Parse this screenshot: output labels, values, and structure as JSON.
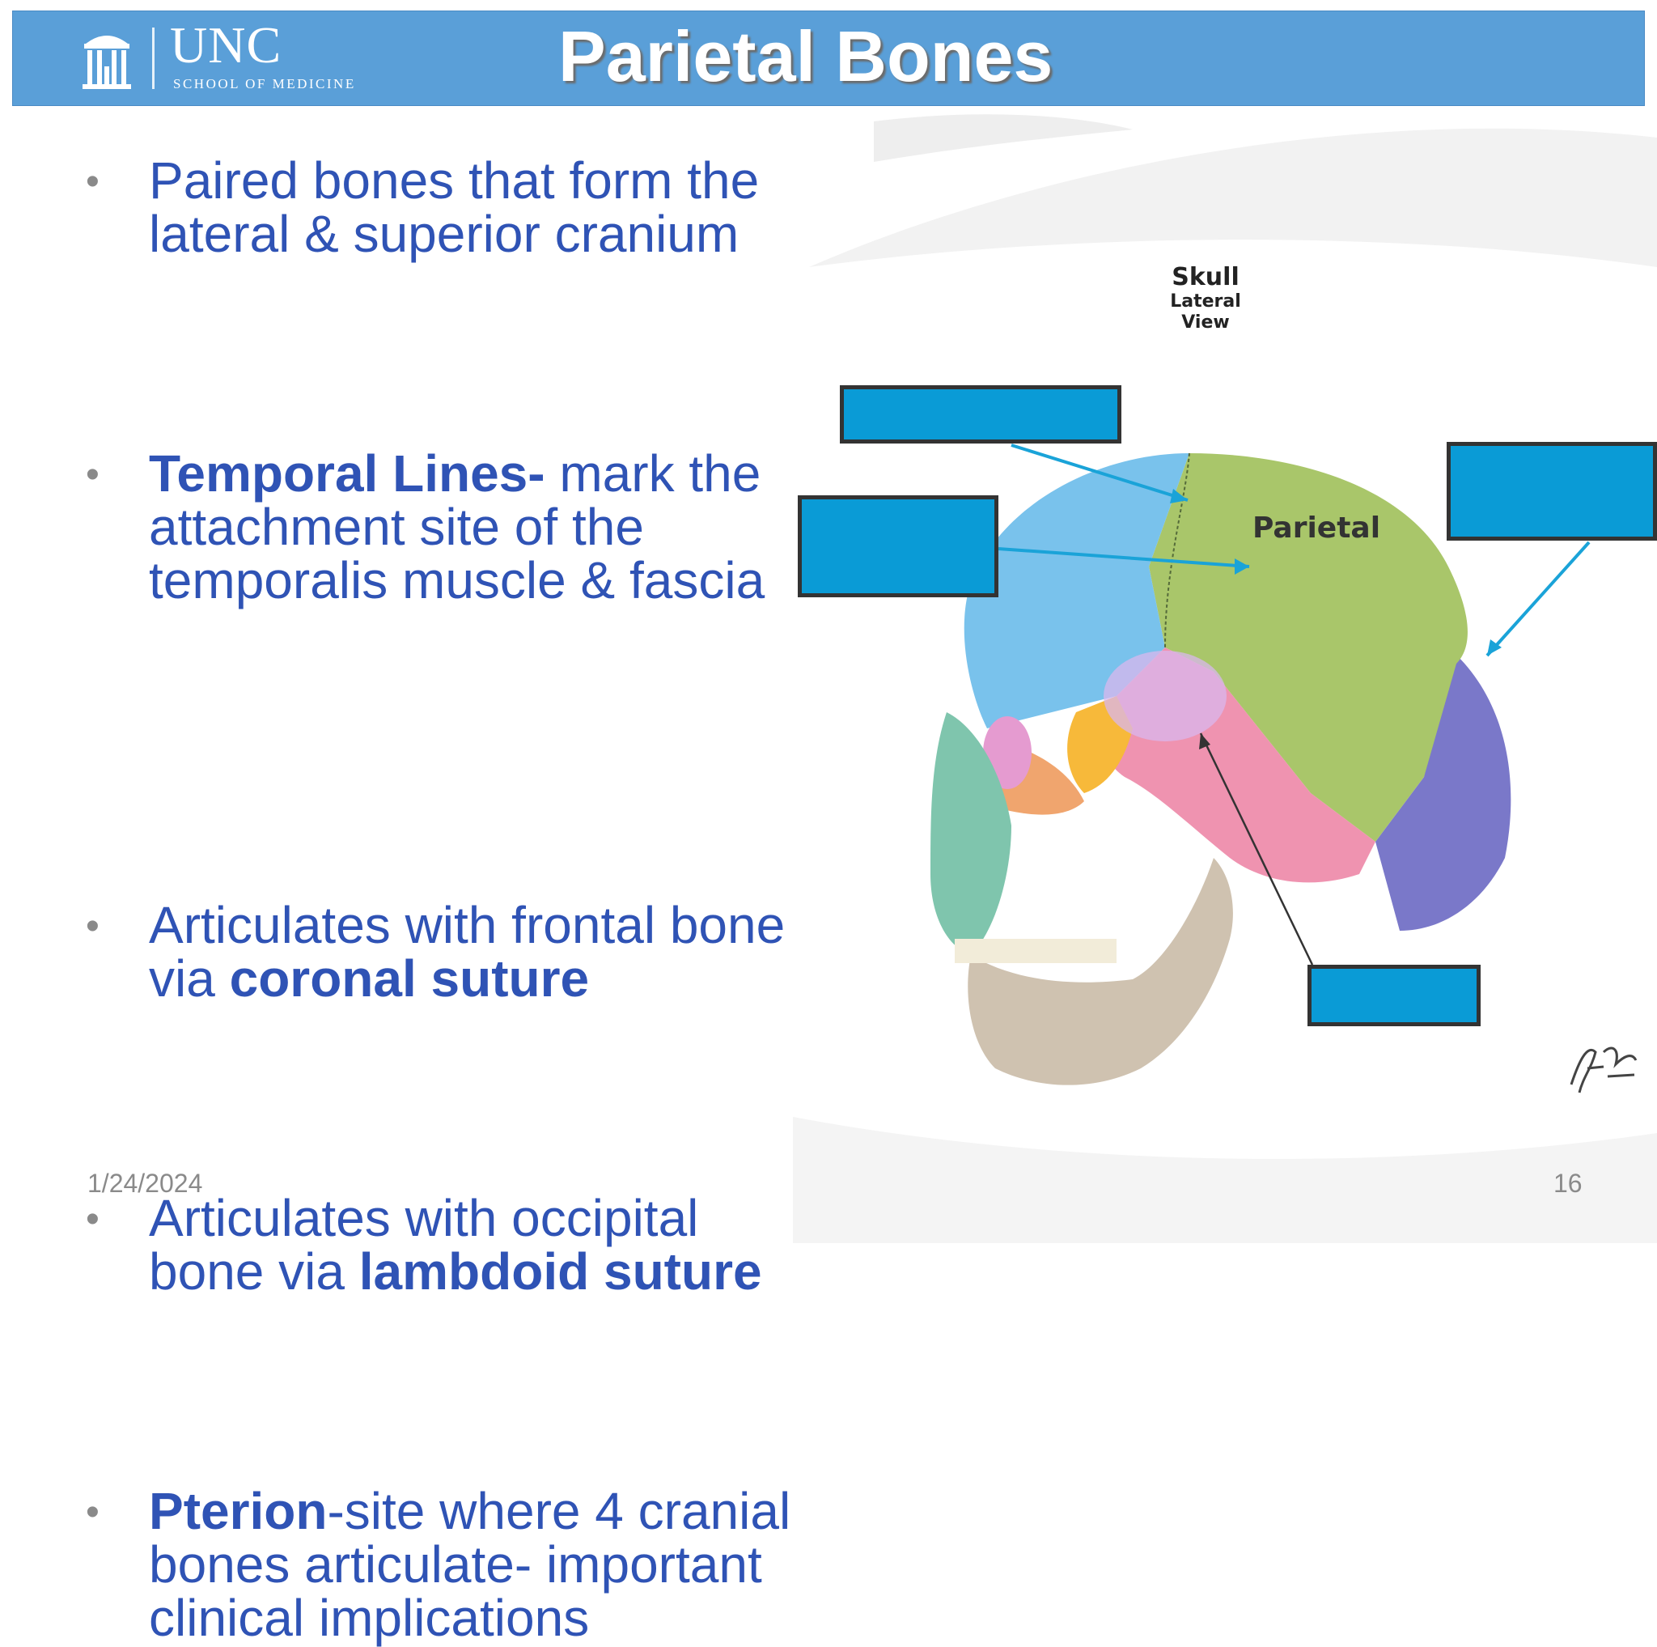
{
  "header": {
    "title": "Parietal Bones",
    "logo": {
      "name": "UNC",
      "subtitle": "SCHOOL OF MEDICINE",
      "icon": "old-well-icon"
    },
    "background_color": "#5a9fd8"
  },
  "bullets": [
    {
      "bold": "",
      "text": "Paired bones that form the lateral & superior cranium",
      "bold2": ""
    },
    {
      "bold": "Temporal Lines-",
      "text": " mark the attachment site of the temporalis muscle & fascia",
      "bold2": ""
    },
    {
      "bold": "",
      "text": "Articulates with frontal bone via ",
      "bold2": "coronal suture"
    },
    {
      "bold": "",
      "text": "Articulates with occipital bone via ",
      "bold2": "lambdoid suture"
    },
    {
      "bold": "Pterion",
      "text": "-site where 4 cranial bones articulate- important clinical implications",
      "bold2": ""
    }
  ],
  "figure": {
    "title": "Skull",
    "subtitle": "Lateral View",
    "bone_label": "Parietal",
    "label_box_color": "#0a9bd6",
    "arrow_color": "#1aa3d8"
  },
  "footer": {
    "date": "1/24/2024",
    "page_number": "16"
  },
  "text_color": "#2f53b5"
}
